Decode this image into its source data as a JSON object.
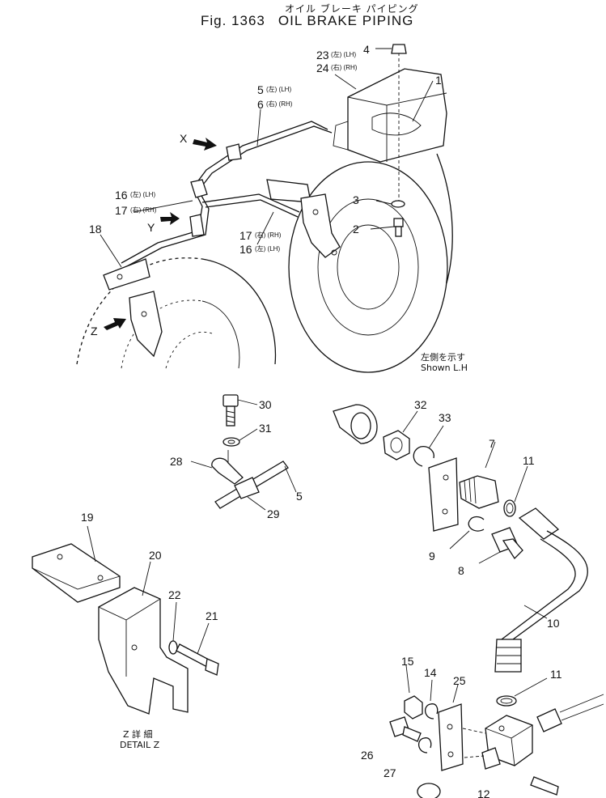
{
  "header": {
    "title_jp": "オイル ブレーキ パイピング",
    "fig_label": "Fig. 1363",
    "title_en": "OIL BRAKE PIPING"
  },
  "notes": {
    "shown_jp": "左側を示す",
    "shown_en": "Shown  L.H",
    "detail_jp": "Z 詳 細",
    "detail_en": "DETAIL  Z"
  },
  "view_arrows": [
    "X",
    "Y",
    "Z"
  ],
  "callouts": {
    "p1": "1",
    "p2": "2",
    "p3": "3",
    "p4": "4",
    "p5a": "5",
    "p5a_sub": "(左) (LH)",
    "p6a": "6",
    "p6a_sub": "(右) (RH)",
    "p16a": "16",
    "p16a_sub": "(左) (LH)",
    "p17a": "17",
    "p17a_sub": "(右) (RH)",
    "p17b": "17",
    "p17b_sub": "(右) (RH)",
    "p16b": "16",
    "p16b_sub": "(左) (LH)",
    "p18": "18",
    "p23": "23",
    "p23_sub": "(左) (LH)",
    "p24": "24",
    "p24_sub": "(右) (RH)",
    "p30": "30",
    "p31": "31",
    "p28": "28",
    "p29": "29",
    "p5b": "5",
    "p32": "32",
    "p33": "33",
    "p7": "7",
    "p11a": "11",
    "p9": "9",
    "p8": "8",
    "p10": "10",
    "p11b": "11",
    "p19": "19",
    "p20": "20",
    "p22": "22",
    "p21": "21",
    "p15": "15",
    "p14": "14",
    "p25": "25",
    "p26": "26",
    "p27": "27",
    "p12": "12"
  }
}
